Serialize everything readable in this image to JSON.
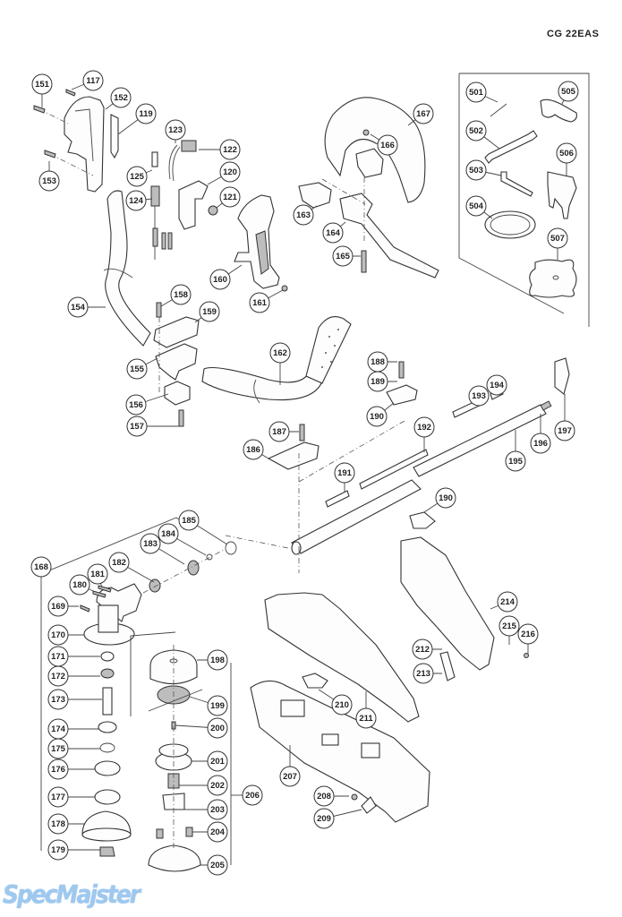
{
  "document": {
    "model": "CG  22EAS",
    "watermark": "SpecMajster",
    "type": "Exploded parts diagram"
  },
  "callouts": [
    {
      "id": "117",
      "label": "117",
      "pos": "handle-top"
    },
    {
      "id": "119",
      "label": "119"
    },
    {
      "id": "120",
      "label": "120"
    },
    {
      "id": "121",
      "label": "121"
    },
    {
      "id": "122",
      "label": "122"
    },
    {
      "id": "123",
      "label": "123"
    },
    {
      "id": "124",
      "label": "124"
    },
    {
      "id": "125",
      "label": "125"
    },
    {
      "id": "151",
      "label": "151"
    },
    {
      "id": "152",
      "label": "152"
    },
    {
      "id": "153",
      "label": "153"
    },
    {
      "id": "154",
      "label": "154"
    },
    {
      "id": "155",
      "label": "155"
    },
    {
      "id": "156",
      "label": "156"
    },
    {
      "id": "157",
      "label": "157"
    },
    {
      "id": "158",
      "label": "158"
    },
    {
      "id": "159",
      "label": "159"
    },
    {
      "id": "160",
      "label": "160"
    },
    {
      "id": "161",
      "label": "161"
    },
    {
      "id": "162",
      "label": "162"
    },
    {
      "id": "163",
      "label": "163"
    },
    {
      "id": "164",
      "label": "164"
    },
    {
      "id": "165",
      "label": "165"
    },
    {
      "id": "166",
      "label": "166"
    },
    {
      "id": "167",
      "label": "167"
    },
    {
      "id": "168",
      "label": "168"
    },
    {
      "id": "169",
      "label": "169"
    },
    {
      "id": "170",
      "label": "170"
    },
    {
      "id": "171",
      "label": "171"
    },
    {
      "id": "172",
      "label": "172"
    },
    {
      "id": "173",
      "label": "173"
    },
    {
      "id": "174",
      "label": "174"
    },
    {
      "id": "175",
      "label": "175"
    },
    {
      "id": "176",
      "label": "176"
    },
    {
      "id": "177",
      "label": "177"
    },
    {
      "id": "178",
      "label": "178"
    },
    {
      "id": "179",
      "label": "179"
    },
    {
      "id": "180",
      "label": "180"
    },
    {
      "id": "181",
      "label": "181"
    },
    {
      "id": "182",
      "label": "182"
    },
    {
      "id": "183",
      "label": "183"
    },
    {
      "id": "184",
      "label": "184"
    },
    {
      "id": "185",
      "label": "185"
    },
    {
      "id": "186",
      "label": "186"
    },
    {
      "id": "187",
      "label": "187"
    },
    {
      "id": "188",
      "label": "188"
    },
    {
      "id": "189",
      "label": "189"
    },
    {
      "id": "190a",
      "label": "190"
    },
    {
      "id": "190b",
      "label": "190"
    },
    {
      "id": "191",
      "label": "191"
    },
    {
      "id": "192",
      "label": "192"
    },
    {
      "id": "193",
      "label": "193"
    },
    {
      "id": "194",
      "label": "194"
    },
    {
      "id": "195",
      "label": "195"
    },
    {
      "id": "196",
      "label": "196"
    },
    {
      "id": "197",
      "label": "197"
    },
    {
      "id": "198",
      "label": "198"
    },
    {
      "id": "199",
      "label": "199"
    },
    {
      "id": "200",
      "label": "200"
    },
    {
      "id": "201",
      "label": "201"
    },
    {
      "id": "202",
      "label": "202"
    },
    {
      "id": "203",
      "label": "203"
    },
    {
      "id": "204",
      "label": "204"
    },
    {
      "id": "205",
      "label": "205"
    },
    {
      "id": "206",
      "label": "206"
    },
    {
      "id": "207",
      "label": "207"
    },
    {
      "id": "208",
      "label": "208"
    },
    {
      "id": "209",
      "label": "209"
    },
    {
      "id": "210",
      "label": "210"
    },
    {
      "id": "211",
      "label": "211"
    },
    {
      "id": "212",
      "label": "212"
    },
    {
      "id": "213",
      "label": "213"
    },
    {
      "id": "214",
      "label": "214"
    },
    {
      "id": "215",
      "label": "215"
    },
    {
      "id": "216",
      "label": "216"
    },
    {
      "id": "501",
      "label": "501"
    },
    {
      "id": "502",
      "label": "502"
    },
    {
      "id": "503",
      "label": "503"
    },
    {
      "id": "504",
      "label": "504"
    },
    {
      "id": "505",
      "label": "505"
    },
    {
      "id": "506",
      "label": "506"
    },
    {
      "id": "507",
      "label": "507"
    }
  ]
}
